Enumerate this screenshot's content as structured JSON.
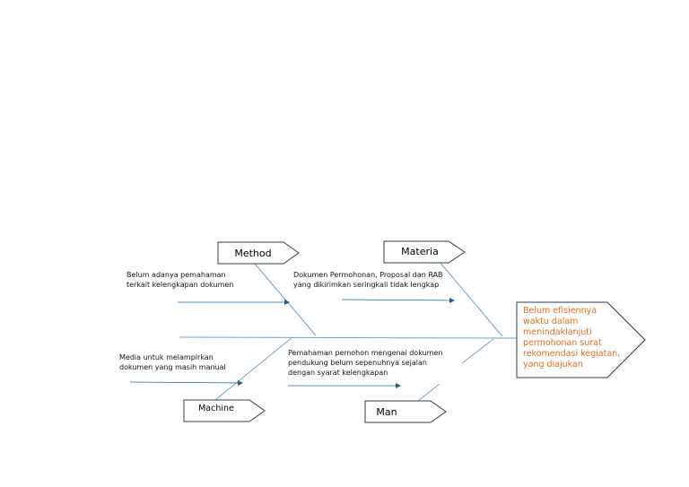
{
  "categories": {
    "method": "Method",
    "materia": "Materia",
    "machine": "Machine",
    "man": "Man"
  },
  "causes": {
    "method": [
      "Belum adanya pemahaman",
      "terkait kelengkapan dokumen"
    ],
    "materia": [
      "Dokumen Permohonan, Proposal dan RAB",
      "yang dikirimkan seringkali tidak lengkap"
    ],
    "machine": [
      "Media untuk melampirkan",
      "dokumen yang masih manual"
    ],
    "man": [
      "Pemahaman pemohon mengenai dokumen",
      "pendukung belum sepenuhnya sejalan",
      "dengan syarat kelengkapan"
    ]
  },
  "effect": {
    "lines": [
      "Belum efisiennya",
      "waktu dalam",
      "menindaklanjuti",
      "permohonan surat",
      "rekomendasi kegiatan,",
      "yang diajukan"
    ]
  },
  "colors": {
    "bone": "#6FA3C0",
    "arrow": "#1F5F8B",
    "box_border": "#2E3B47",
    "effect_text": "#E36C1F"
  }
}
